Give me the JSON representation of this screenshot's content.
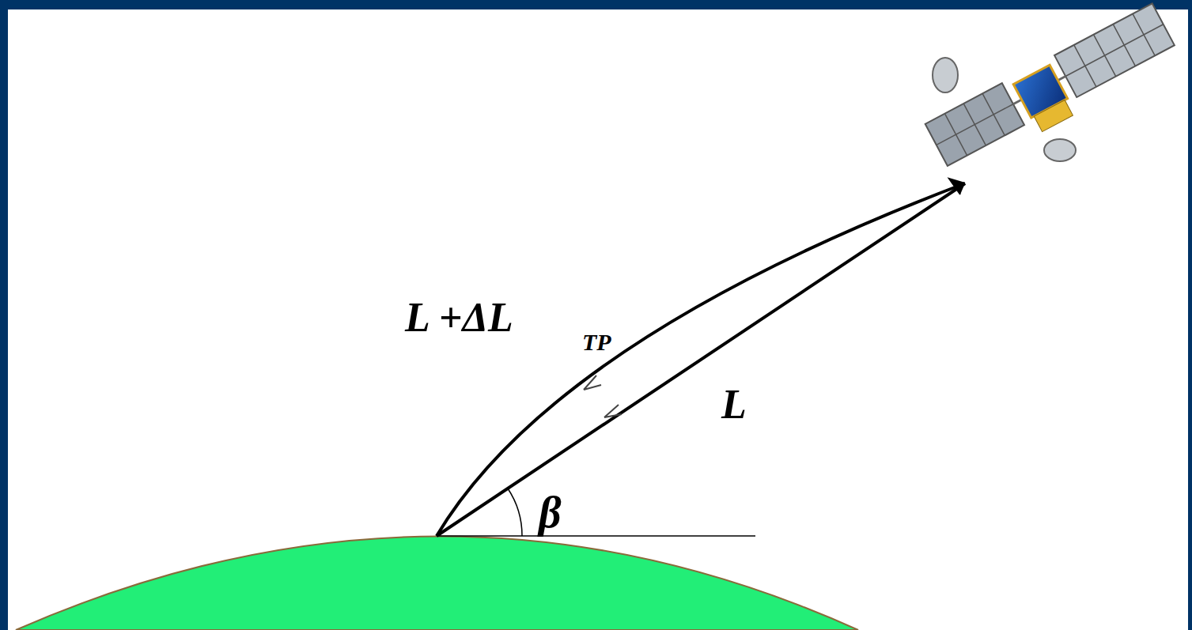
{
  "diagram": {
    "labels": [
      "L +ΔL",
      "TP",
      "L",
      "β"
    ]
  }
}
